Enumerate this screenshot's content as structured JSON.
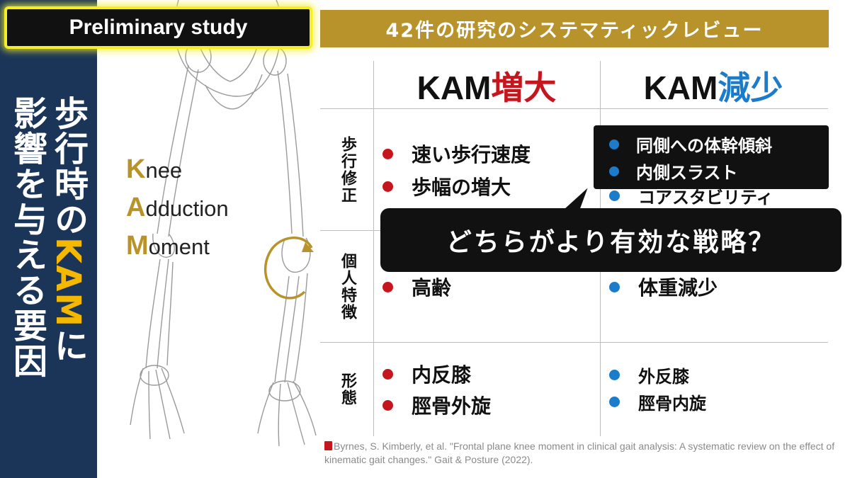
{
  "badge": {
    "label": "Preliminary study"
  },
  "header": {
    "title": "42件の研究のシステマティックレビュー"
  },
  "side_title": {
    "line1_a": "歩行時の",
    "line1_accent": "KAM",
    "line1_b": "に",
    "line2": "影響を与える要因"
  },
  "acronym": [
    {
      "initial": "K",
      "rest": "nee"
    },
    {
      "initial": "A",
      "rest": "dduction"
    },
    {
      "initial": "M",
      "rest": "oment"
    }
  ],
  "table": {
    "col_increase": {
      "prefix": "KAM",
      "highlight": "増大"
    },
    "col_decrease": {
      "prefix": "KAM",
      "highlight": "減少"
    },
    "rows": [
      {
        "label": "歩行修正",
        "increase": [
          "速い歩行速度",
          "歩幅の増大"
        ],
        "decrease": [
          "同側への体幹傾斜",
          "内側スラスト",
          "コアスタビリティ"
        ]
      },
      {
        "label": "個人特徴",
        "increase": [
          "高齢"
        ],
        "decrease": [
          "体重減少"
        ]
      },
      {
        "label": "形態",
        "increase": [
          "内反膝",
          "脛骨外旋"
        ],
        "decrease": [
          "外反膝",
          "脛骨内旋"
        ]
      }
    ]
  },
  "callout": {
    "text": "どちらがより有効な戦略？"
  },
  "citation": {
    "text": "Byrnes, S. Kimberly, et al. \"Frontal plane knee moment in clinical gait analysis: A systematic review on the effect of kinematic gait changes.\" Gait & Posture (2022)."
  },
  "colors": {
    "navy": "#1b3558",
    "gold": "#b8922a",
    "yellow_accent": "#f5b800",
    "badge_glow": "#f4ee2a",
    "increase_red": "#c5161d",
    "decrease_blue": "#1c7cc9"
  },
  "icons": {
    "citation": "book-icon",
    "knee_rotation": "curved-arrow-icon",
    "bullet": "dot-icon"
  }
}
